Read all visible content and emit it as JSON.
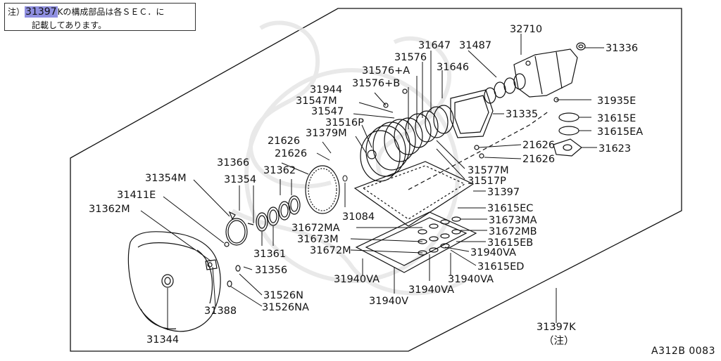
{
  "note": {
    "prefix": "注）",
    "highlight": "31397",
    "rest": "Kの構成部品は各ＳＥＣ．に",
    "line2": "記載してあります。"
  },
  "figure_code": "A312B 0083",
  "kit_ref": {
    "part": "31397K",
    "note": "（注）"
  },
  "labels": {
    "p32710": "32710",
    "p31336": "31336",
    "p31647": "31647",
    "p31487": "31487",
    "p31576": "31576",
    "p31646": "31646",
    "p31576A": "31576+A",
    "p31576B": "31576+B",
    "p31944": "31944",
    "p31547M": "31547M",
    "p31547": "31547",
    "p31516P": "31516P",
    "p31379M": "31379M",
    "p31935E": "31935E",
    "p31335": "31335",
    "p31615E": "31615E",
    "p31615EA": "31615EA",
    "p31623": "31623",
    "p21626a": "21626",
    "p21626b": "21626",
    "p21626c": "21626",
    "p21626d": "21626",
    "p31366": "31366",
    "p31362": "31362",
    "p31354M": "31354M",
    "p31354": "31354",
    "p31411E": "31411E",
    "p31362M": "31362M",
    "p31577M": "31577M",
    "p31517P": "31517P",
    "p31397": "31397",
    "p31084": "31084",
    "p31615EC": "31615EC",
    "p31672MA": "31672MA",
    "p31673MA": "31673MA",
    "p31672MB": "31672MB",
    "p31673M": "31673M",
    "p31615EB": "31615EB",
    "p31672M": "31672M",
    "p31940VAr": "31940VA",
    "p31615ED": "31615ED",
    "p31361": "31361",
    "p31356": "31356",
    "p31940VAl": "31940VA",
    "p31940VAm": "31940VA",
    "p31940VAb": "31940VA",
    "p31940V": "31940V",
    "p31526N": "31526N",
    "p31526NA": "31526NA",
    "p31388": "31388",
    "p31344": "31344"
  }
}
